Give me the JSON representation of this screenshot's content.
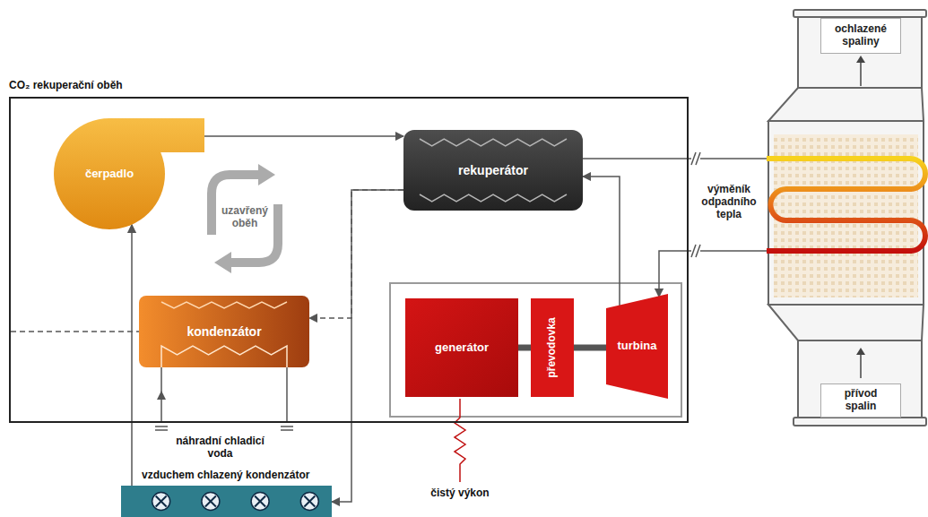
{
  "diagram": {
    "nodes": [
      {
        "text": [
          "CO₂ rekuperační oběh"
        ]
      },
      {
        "text": [
          "čerpadlo"
        ],
        "in": 0
      },
      {
        "text": [
          "rekuperátor"
        ],
        "in": 0
      },
      {
        "text": [
          "kondenzátor"
        ],
        "in": 0
      },
      {
        "text": [
          "generátor"
        ],
        "in": 0
      },
      {
        "text": [
          "převodovka"
        ],
        "in": 0
      },
      {
        "text": [
          "turbina"
        ],
        "in": 0
      },
      {
        "text": [
          "výměník odpadního tepla"
        ]
      },
      {
        "text": [
          "ochlazené spaliny"
        ],
        "in": 7
      },
      {
        "text": [
          "přívod spalin"
        ],
        "in": 7
      },
      {
        "text": [
          "vzduchem chlazený kondenzátor"
        ]
      }
    ],
    "edges": [
      {
        "from": 1,
        "to": 2,
        "arrow": "to"
      },
      {
        "from": 2,
        "to": 7,
        "arrow": "none"
      },
      {
        "from": 7,
        "to": 6,
        "arrow": "to"
      },
      {
        "from": 6,
        "to": 2,
        "arrow": "to"
      },
      {
        "from": 2,
        "to": 10,
        "arrow": "to"
      },
      {
        "from": 2,
        "to": 3,
        "arrow": "to"
      },
      {
        "from": 10,
        "to": 1,
        "arrow": "to"
      },
      {
        "from": 4,
        "to": 5,
        "arrow": "none"
      },
      {
        "from": 5,
        "to": 6,
        "arrow": "none"
      }
    ],
    "labels": [
      "uzavřený oběh",
      "náhradní chladicí voda",
      "čistý výkon"
    ]
  }
}
